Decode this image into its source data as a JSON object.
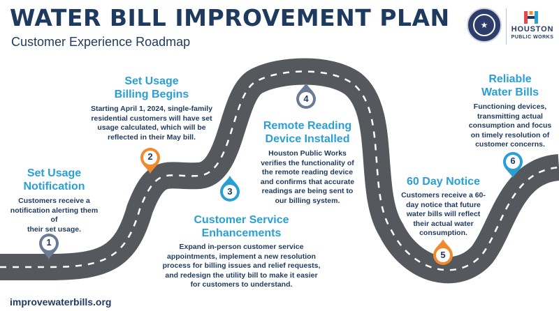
{
  "header": {
    "title": "WATER BILL IMPROVEMENT PLAN",
    "subtitle": "Customer Experience Roadmap"
  },
  "logos": {
    "seal_icon": "city-of-houston-seal",
    "org_name": "HOUSTON",
    "org_sub": "PUBLIC WORKS"
  },
  "steps": [
    {
      "number": "1",
      "title_line1": "Set Usage",
      "title_line2": "Notification",
      "desc": [
        "Customers receive a",
        "notification alerting them of",
        "their set usage."
      ],
      "pin_color": "#6b7b93"
    },
    {
      "number": "2",
      "title_line1": "Set Usage",
      "title_line2": "Billing Begins",
      "desc": [
        "Starting April 1, 2024, single-family",
        "residential customers will have set",
        "usage calculated, which will be",
        "reflected in their May bill."
      ],
      "pin_color": "#f08a2c"
    },
    {
      "number": "3",
      "title_line1": "Customer Service",
      "title_line2": "Enhancements",
      "desc": [
        "Expand in-person customer service",
        "appointments, implement a new resolution",
        "process for billing issues and relief requests,",
        "and redesign the utility bill to make it easier",
        "for customers to understand."
      ],
      "pin_color": "#2a9fd6"
    },
    {
      "number": "4",
      "title_line1": "Remote Reading",
      "title_line2": "Device Installed",
      "desc": [
        "Houston Public Works",
        "verifies the functionality of",
        "the remote reading device",
        "and confirms that accurate",
        "readings are being sent to",
        "our billing system."
      ],
      "pin_color": "#6b7b93"
    },
    {
      "number": "5",
      "title_line1": "60 Day Notice",
      "title_line2": "",
      "desc": [
        "Customers receive a 60-",
        "day notice that future",
        "water bills will reflect",
        "their actual water",
        "consumption."
      ],
      "pin_color": "#f08a2c"
    },
    {
      "number": "6",
      "title_line1": "Reliable",
      "title_line2": "Water Bills",
      "desc": [
        "Functioning devices,",
        "transmitting actual",
        "consumption and focus",
        "on timely resolution of",
        "customer concerns."
      ],
      "pin_color": "#2a9fd6"
    }
  ],
  "colors": {
    "road": "#55595e",
    "road_dash": "#ffffff",
    "title": "#1f3a5f",
    "accent": "#2a9fd6",
    "orange": "#f08a2c",
    "slate": "#6b7b93"
  },
  "footer": {
    "url": "improvewaterbills.org"
  }
}
